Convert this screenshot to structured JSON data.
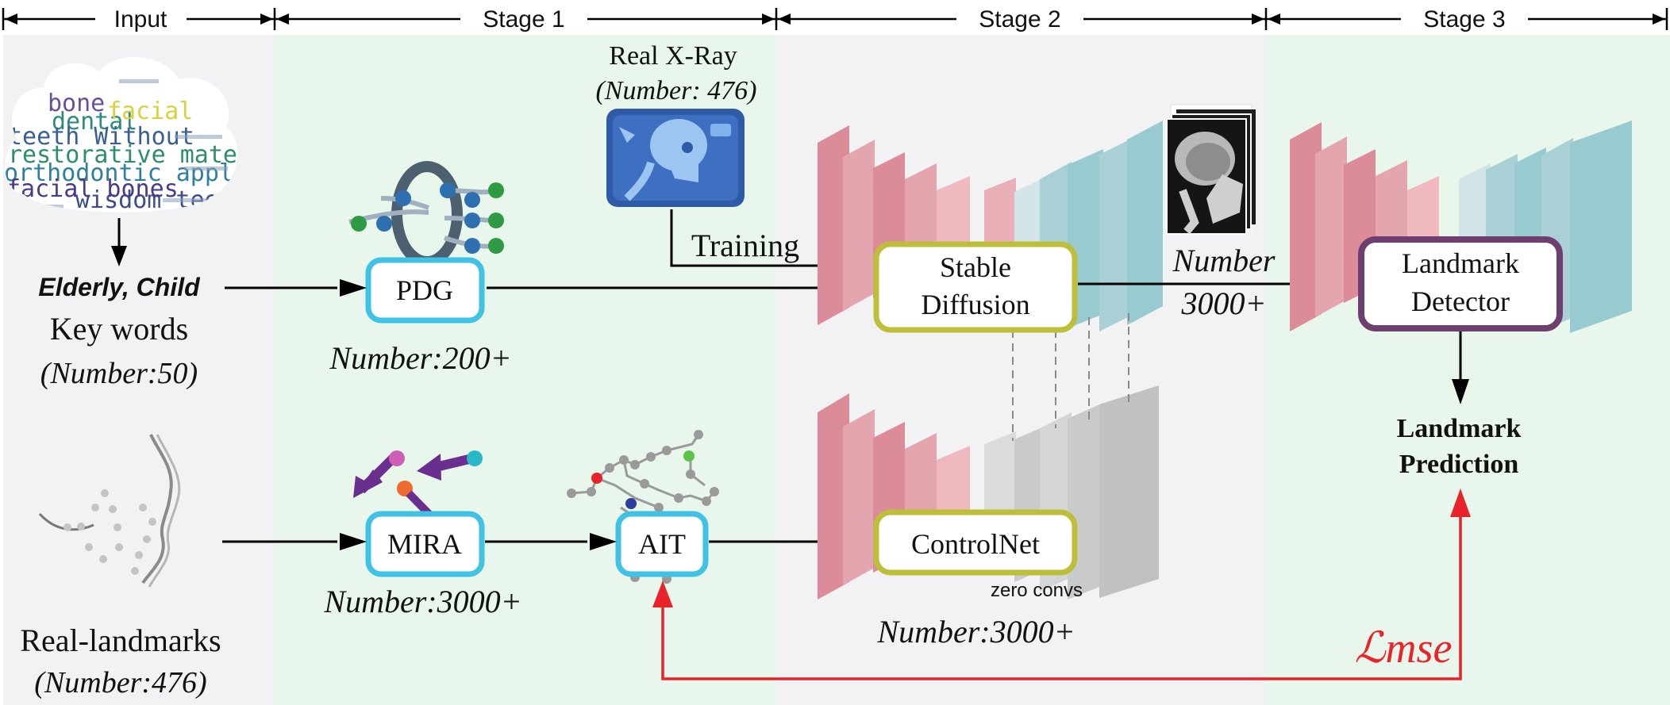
{
  "stages": {
    "input": "Input",
    "stage1": "Stage 1",
    "stage2": "Stage 2",
    "stage3": "Stage 3"
  },
  "input": {
    "cloud_words": [
      "dental",
      "facial",
      "bone",
      "teeth Without",
      "restorative materials",
      "orthodontic appliance",
      "wisdom teeth",
      "facial bones"
    ],
    "elderly_child": "Elderly, Child",
    "key_words": "Key words",
    "key_words_count": "(Number:50)",
    "real_landmarks": "Real-landmarks",
    "real_landmarks_count": "(Number:476)"
  },
  "stage1": {
    "real_xray": "Real X-Ray",
    "real_xray_count": "(Number: 476)",
    "training": "Training",
    "pdg": "PDG",
    "pdg_count": "Number:200+",
    "mira": "MIRA",
    "mira_count": "Number:3000+",
    "ait": "AIT"
  },
  "stage2": {
    "stable_diffusion_line1": "Stable",
    "stable_diffusion_line2": "Diffusion",
    "controlnet": "ControlNet",
    "zero_convs": "zero convs",
    "controlnet_count": "Number:3000+",
    "synthetic_number_line1": "Number",
    "synthetic_number_line2": "3000+"
  },
  "stage3": {
    "detector_line1": "Landmark",
    "detector_line2": "Detector",
    "prediction_line1": "Landmark",
    "prediction_line2": "Prediction",
    "loss": "ℒmse"
  },
  "colors": {
    "input_bg": "#f2f2f4",
    "stage1_bg": "#e9f6ec",
    "stage2_bg": "#f2f2f4",
    "stage3_bg": "#e9f6ec",
    "cyan_border": "#3fc2e4",
    "olive_border": "#bdbe3a",
    "purple_border": "#6e3f6e",
    "red_arrow": "#e8232a",
    "pink_block": "#dc8c98",
    "teal_block": "#97cbd0",
    "gray_block": "#c9cacc"
  }
}
